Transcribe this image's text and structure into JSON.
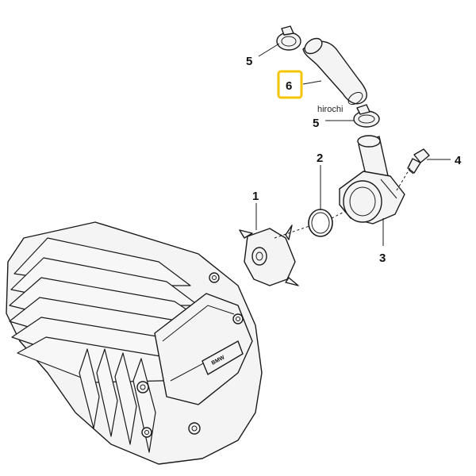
{
  "diagram": {
    "callouts": [
      {
        "id": "1",
        "text": "1"
      },
      {
        "id": "2",
        "text": "2"
      },
      {
        "id": "3",
        "text": "3"
      },
      {
        "id": "4",
        "text": "4"
      },
      {
        "id": "5a",
        "text": "5"
      },
      {
        "id": "5b",
        "text": "5"
      },
      {
        "id": "6",
        "text": "6"
      }
    ],
    "highlight_callout": "6",
    "highlight_color": "#f5c400",
    "watermark": "hirochi",
    "engine_badge": "BMW"
  }
}
